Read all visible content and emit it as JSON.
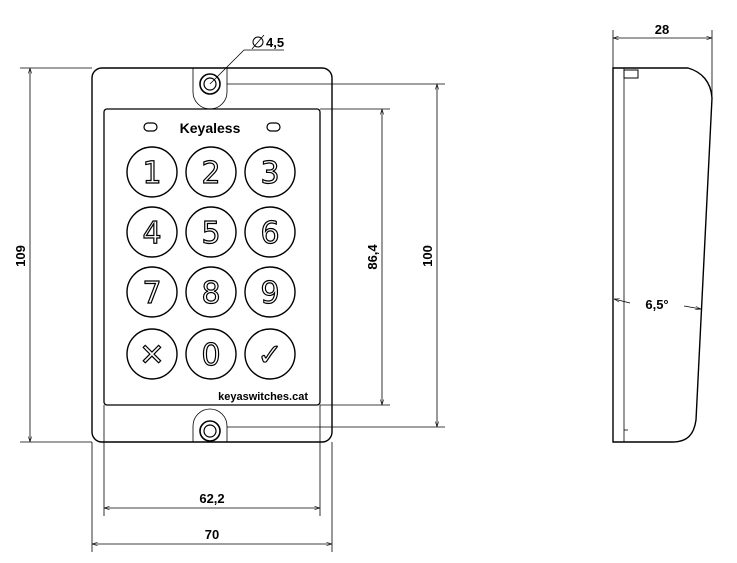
{
  "front_view": {
    "brand": "Keyaless",
    "url": "keyaswitches.cat",
    "keys": [
      "1",
      "2",
      "3",
      "4",
      "5",
      "6",
      "7",
      "8",
      "9",
      "✕",
      "0",
      "✓"
    ]
  },
  "dimensions": {
    "hole_diameter": "4,5",
    "total_height": "109",
    "hole_spacing": "100",
    "keypad_height": "86,4",
    "keypad_width": "62,2",
    "total_width": "70",
    "depth": "28",
    "angle": "6,5°"
  }
}
